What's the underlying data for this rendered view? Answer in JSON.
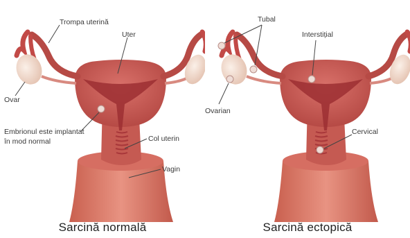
{
  "panels": [
    {
      "caption": "Sarcină normală",
      "labels": {
        "tube": "Trompa uterină",
        "uterus": "Uter",
        "ovary": "Ovar",
        "embryo_line1": "Embrionul este implantat",
        "embryo_line2": "în mod normal",
        "cervix": "Col uterin",
        "vagina": "Vagin"
      }
    },
    {
      "caption": "Sarcină ectopică",
      "labels": {
        "tubal": "Tubal",
        "interstitial": "Interstițial",
        "ovarian": "Ovarian",
        "cervical": "Cervical"
      }
    }
  ],
  "colors": {
    "tissue": "#c8554f",
    "tissue_dark": "#a8373a",
    "ovary": "#f3dfd2",
    "vagina": "#d97a6c",
    "embryo": "#e8d6d0"
  }
}
